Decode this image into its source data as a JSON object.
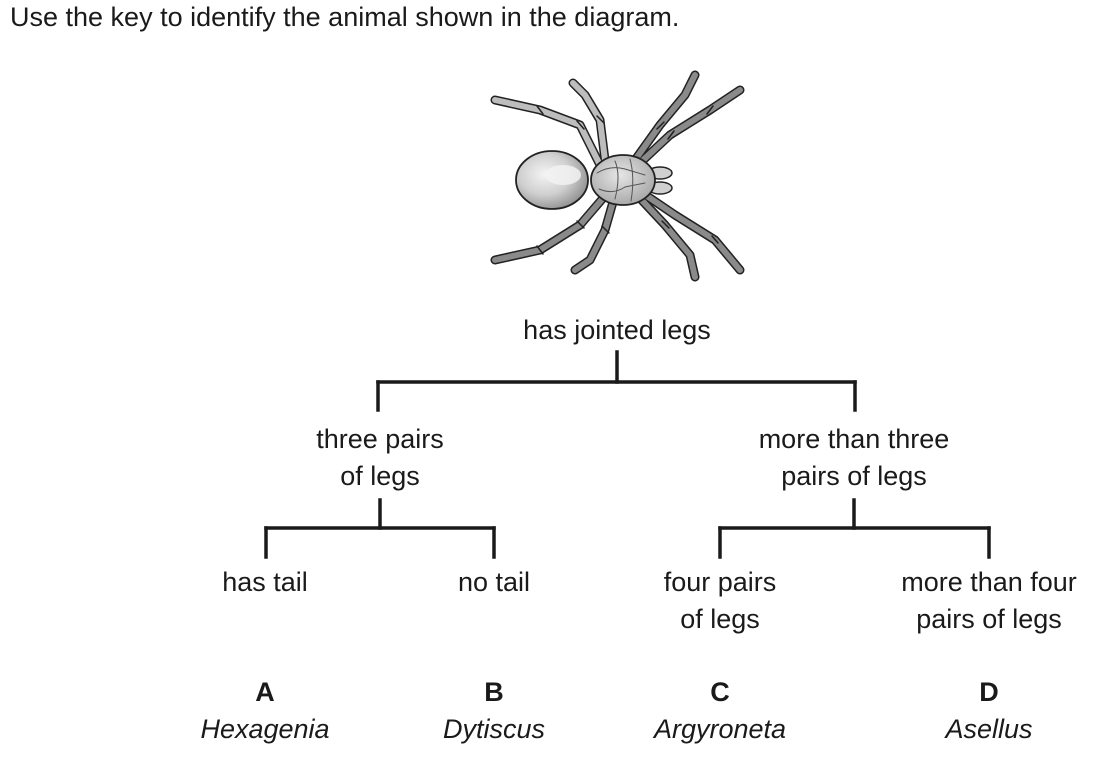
{
  "question": "Use the key to identify the animal shown in the diagram.",
  "key": {
    "root": "has jointed legs",
    "left": {
      "line1": "three pairs",
      "line2": "of legs"
    },
    "right": {
      "line1": "more than three",
      "line2": "pairs of legs"
    },
    "leaf_a": {
      "line1": "has tail"
    },
    "leaf_b": {
      "line1": "no tail"
    },
    "leaf_c": {
      "line1": "four pairs",
      "line2": "of legs"
    },
    "leaf_d": {
      "line1": "more than four",
      "line2": "pairs of legs"
    }
  },
  "answers": [
    {
      "letter": "A",
      "species": "Hexagenia"
    },
    {
      "letter": "B",
      "species": "Dytiscus"
    },
    {
      "letter": "C",
      "species": "Argyroneta"
    },
    {
      "letter": "D",
      "species": "Asellus"
    }
  ]
}
